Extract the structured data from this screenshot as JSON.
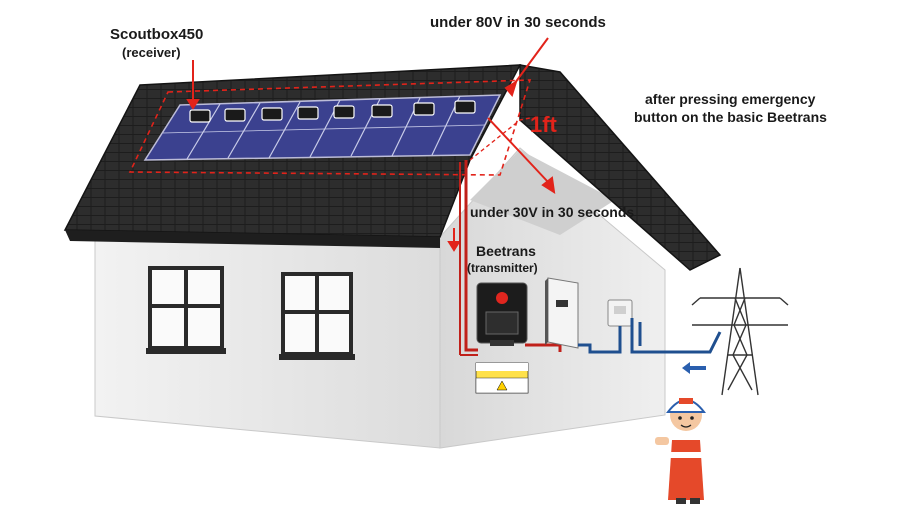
{
  "labels": {
    "receiver_name": "Scoutbox450",
    "receiver_role": "(receiver)",
    "roof_voltage": "under 80V in 30 seconds",
    "distance": "1ft",
    "emergency_line1": "after pressing emergency",
    "emergency_line2": "button on the basic Beetrans",
    "array_voltage": "under 30V in 30 seconds",
    "transmitter_name": "Beetrans",
    "transmitter_role": "(transmitter)"
  },
  "colors": {
    "roof": "#2b2b2b",
    "wall": "#e9e9e9",
    "panel": "#3a3f8f",
    "dc_wire": "#c0201a",
    "ac_wire": "#1f4f8f",
    "annotation": "#e2231a"
  },
  "icons": {
    "worker": "worker-icon",
    "tower": "power-tower-icon"
  }
}
